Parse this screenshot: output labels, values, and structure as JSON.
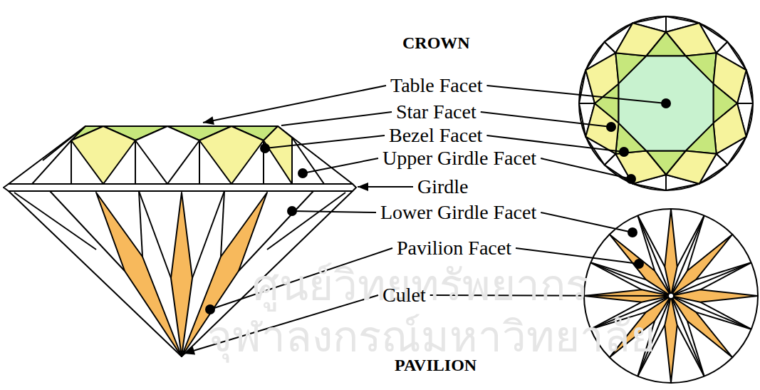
{
  "diagram": {
    "labels": [
      "CROWN",
      "Table Facet",
      "Star Facet",
      "Bezel Facet",
      "Upper Girdle Facet",
      "Girdle",
      "Lower Girdle Facet",
      "Pavilion Facet",
      "Culet",
      "PAVILION",
      "ศูนย์วิทยทรัพยากร",
      "จุฬาลงกรณ์มหาวิทยาลัย"
    ]
  }
}
